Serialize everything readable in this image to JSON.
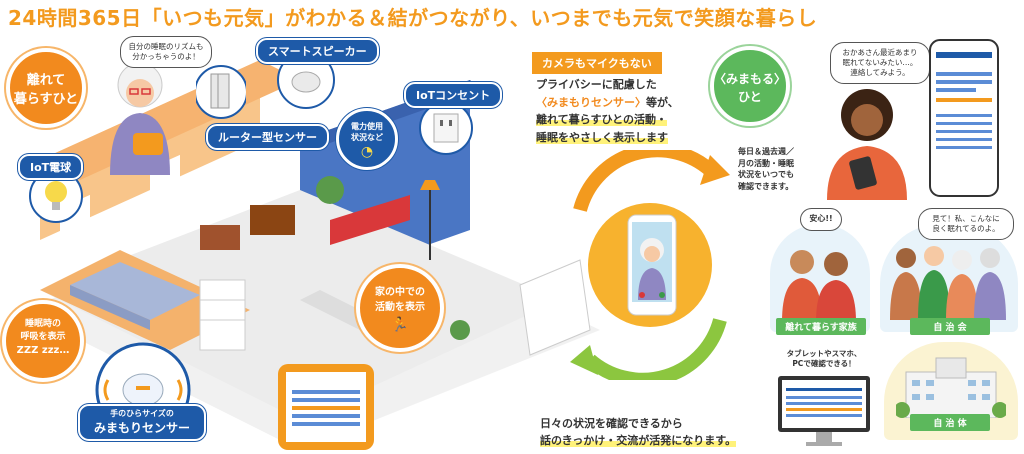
{
  "title": "24時間365日「いつも元気」がわかる＆結がつながり、いつまでも元気で笑顔な暮らし",
  "left_circle": {
    "line1": "離れて",
    "line2": "暮らすひと"
  },
  "elder_bubble": {
    "line1": "自分の睡眠のリズムも",
    "line2": "分かっちゃうのよ！"
  },
  "tags": {
    "smart_speaker": "スマートスピーカー",
    "router_sensor": "ルーター型センサー",
    "iot_bulb": "IoT電球",
    "iot_outlet": "IoTコンセント"
  },
  "power_badge": {
    "line1": "電力使用",
    "line2": "状況など"
  },
  "sleep_circle": {
    "line1": "睡眠時の",
    "line2": "呼吸を表示",
    "line3": "ZZZ zzz…"
  },
  "sensor_label": {
    "line1": "手のひらサイズの",
    "line2": "みまもりセンサー"
  },
  "activity_circle": {
    "line1": "家の中での",
    "line2": "活動を表示"
  },
  "privacy": {
    "banner": "カメラもマイクもない",
    "line1": "プライバシーに配慮した",
    "line2_em": "〈みまもりセンサー〉",
    "line2_rest": "等が、",
    "line3": "離れて暮らすひとの活動・",
    "line4": "睡眠をやさしく表示します"
  },
  "right_circle": {
    "line1": "〈みまもる〉",
    "line2": "ひと"
  },
  "watcher_bubble": {
    "line1": "おかあさん最近あまり",
    "line2": "眠れてないみたい…。",
    "line3": "連絡してみよう。"
  },
  "daily_note": {
    "line1": "毎日＆過去週／",
    "line2": "月の活動・睡眠",
    "line3": "状況をいつでも",
    "line4": "確認できます。"
  },
  "family_bubble": "安心!!",
  "community_bubble": {
    "line1": "見て！私、こんなに",
    "line2": "良く眠れてるのよ。"
  },
  "family_label": "離れて暮らす家族",
  "community_label": "自 治 会",
  "municipality_label": "自 治 体",
  "tablet_note": {
    "line1": "タブレットやスマホ、",
    "line2": "PCで確認できる！"
  },
  "bottom_text": {
    "line1": "日々の状況を確認できるから",
    "line2": "話のきっかけ・交流が活発になります。"
  },
  "colors": {
    "orange": "#f28a1e",
    "blue": "#1e5aa8",
    "green": "#5cb85c",
    "yellow": "#fff27a"
  }
}
